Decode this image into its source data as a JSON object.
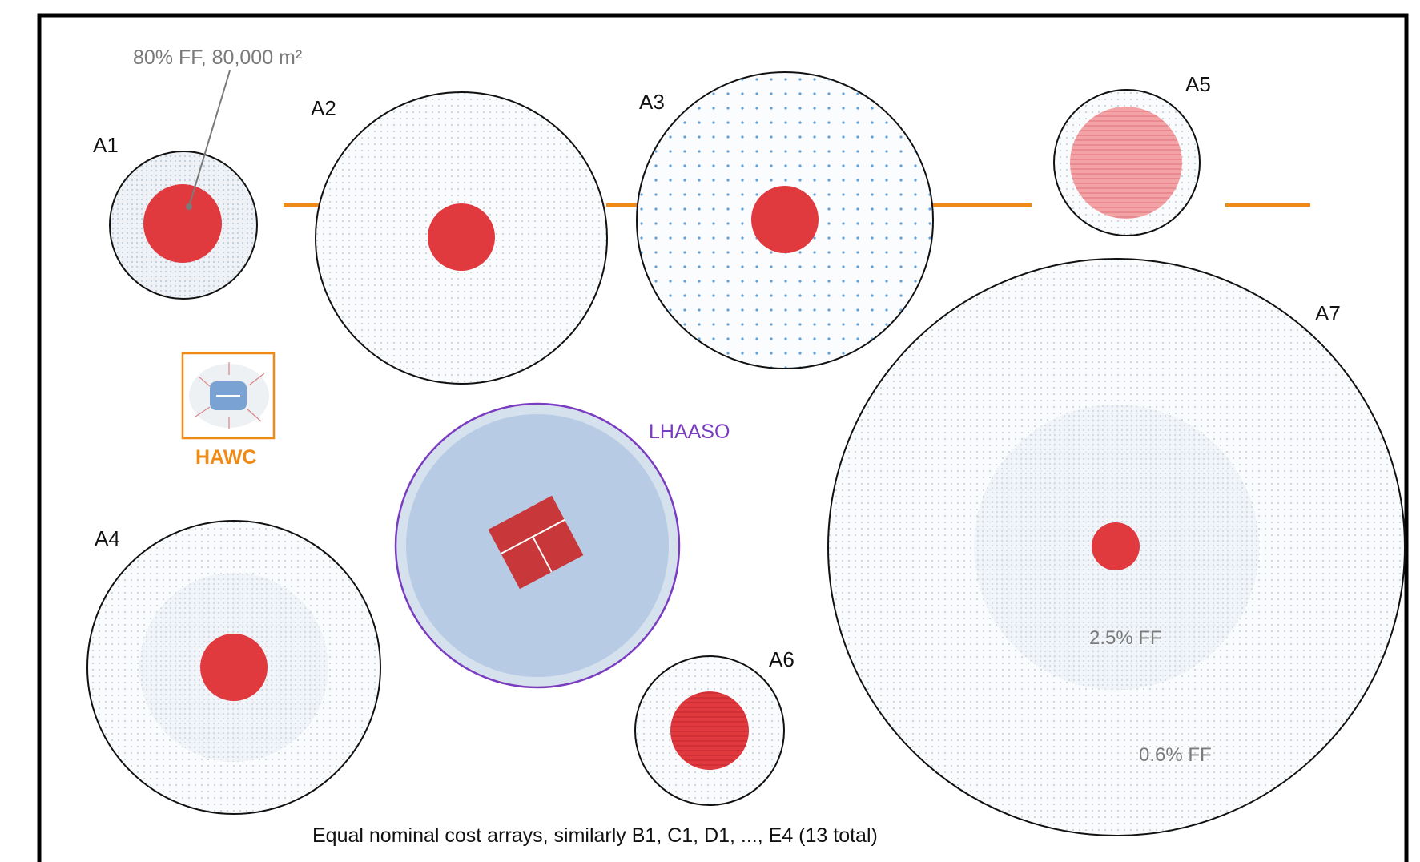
{
  "figure": {
    "caption": "Equal nominal cost arrays, similarly B1, C1, D1, ..., E4 (13 total)",
    "annotations": {
      "a1_callout": "80% FF, 80,000 m²",
      "a7_inner": "2.5% FF",
      "a7_outer": "0.6% FF"
    },
    "arrays": [
      {
        "id": "A1",
        "label": "A1"
      },
      {
        "id": "A2",
        "label": "A2"
      },
      {
        "id": "A3",
        "label": "A3"
      },
      {
        "id": "A4",
        "label": "A4"
      },
      {
        "id": "A5",
        "label": "A5"
      },
      {
        "id": "A6",
        "label": "A6"
      },
      {
        "id": "A7",
        "label": "A7"
      }
    ],
    "references": {
      "hawc": "HAWC",
      "lhaaso": "LHAASO"
    },
    "colors": {
      "core_red": "#e0393e",
      "faded_red": "#f08a8f",
      "connector_orange": "#f08a16",
      "lhaaso_blue": "#b7cbe4",
      "lhaaso_rim": "#7a3cc0",
      "dot_gray": "#c9d3dd",
      "dot_blue": "#5fa0d8"
    }
  }
}
